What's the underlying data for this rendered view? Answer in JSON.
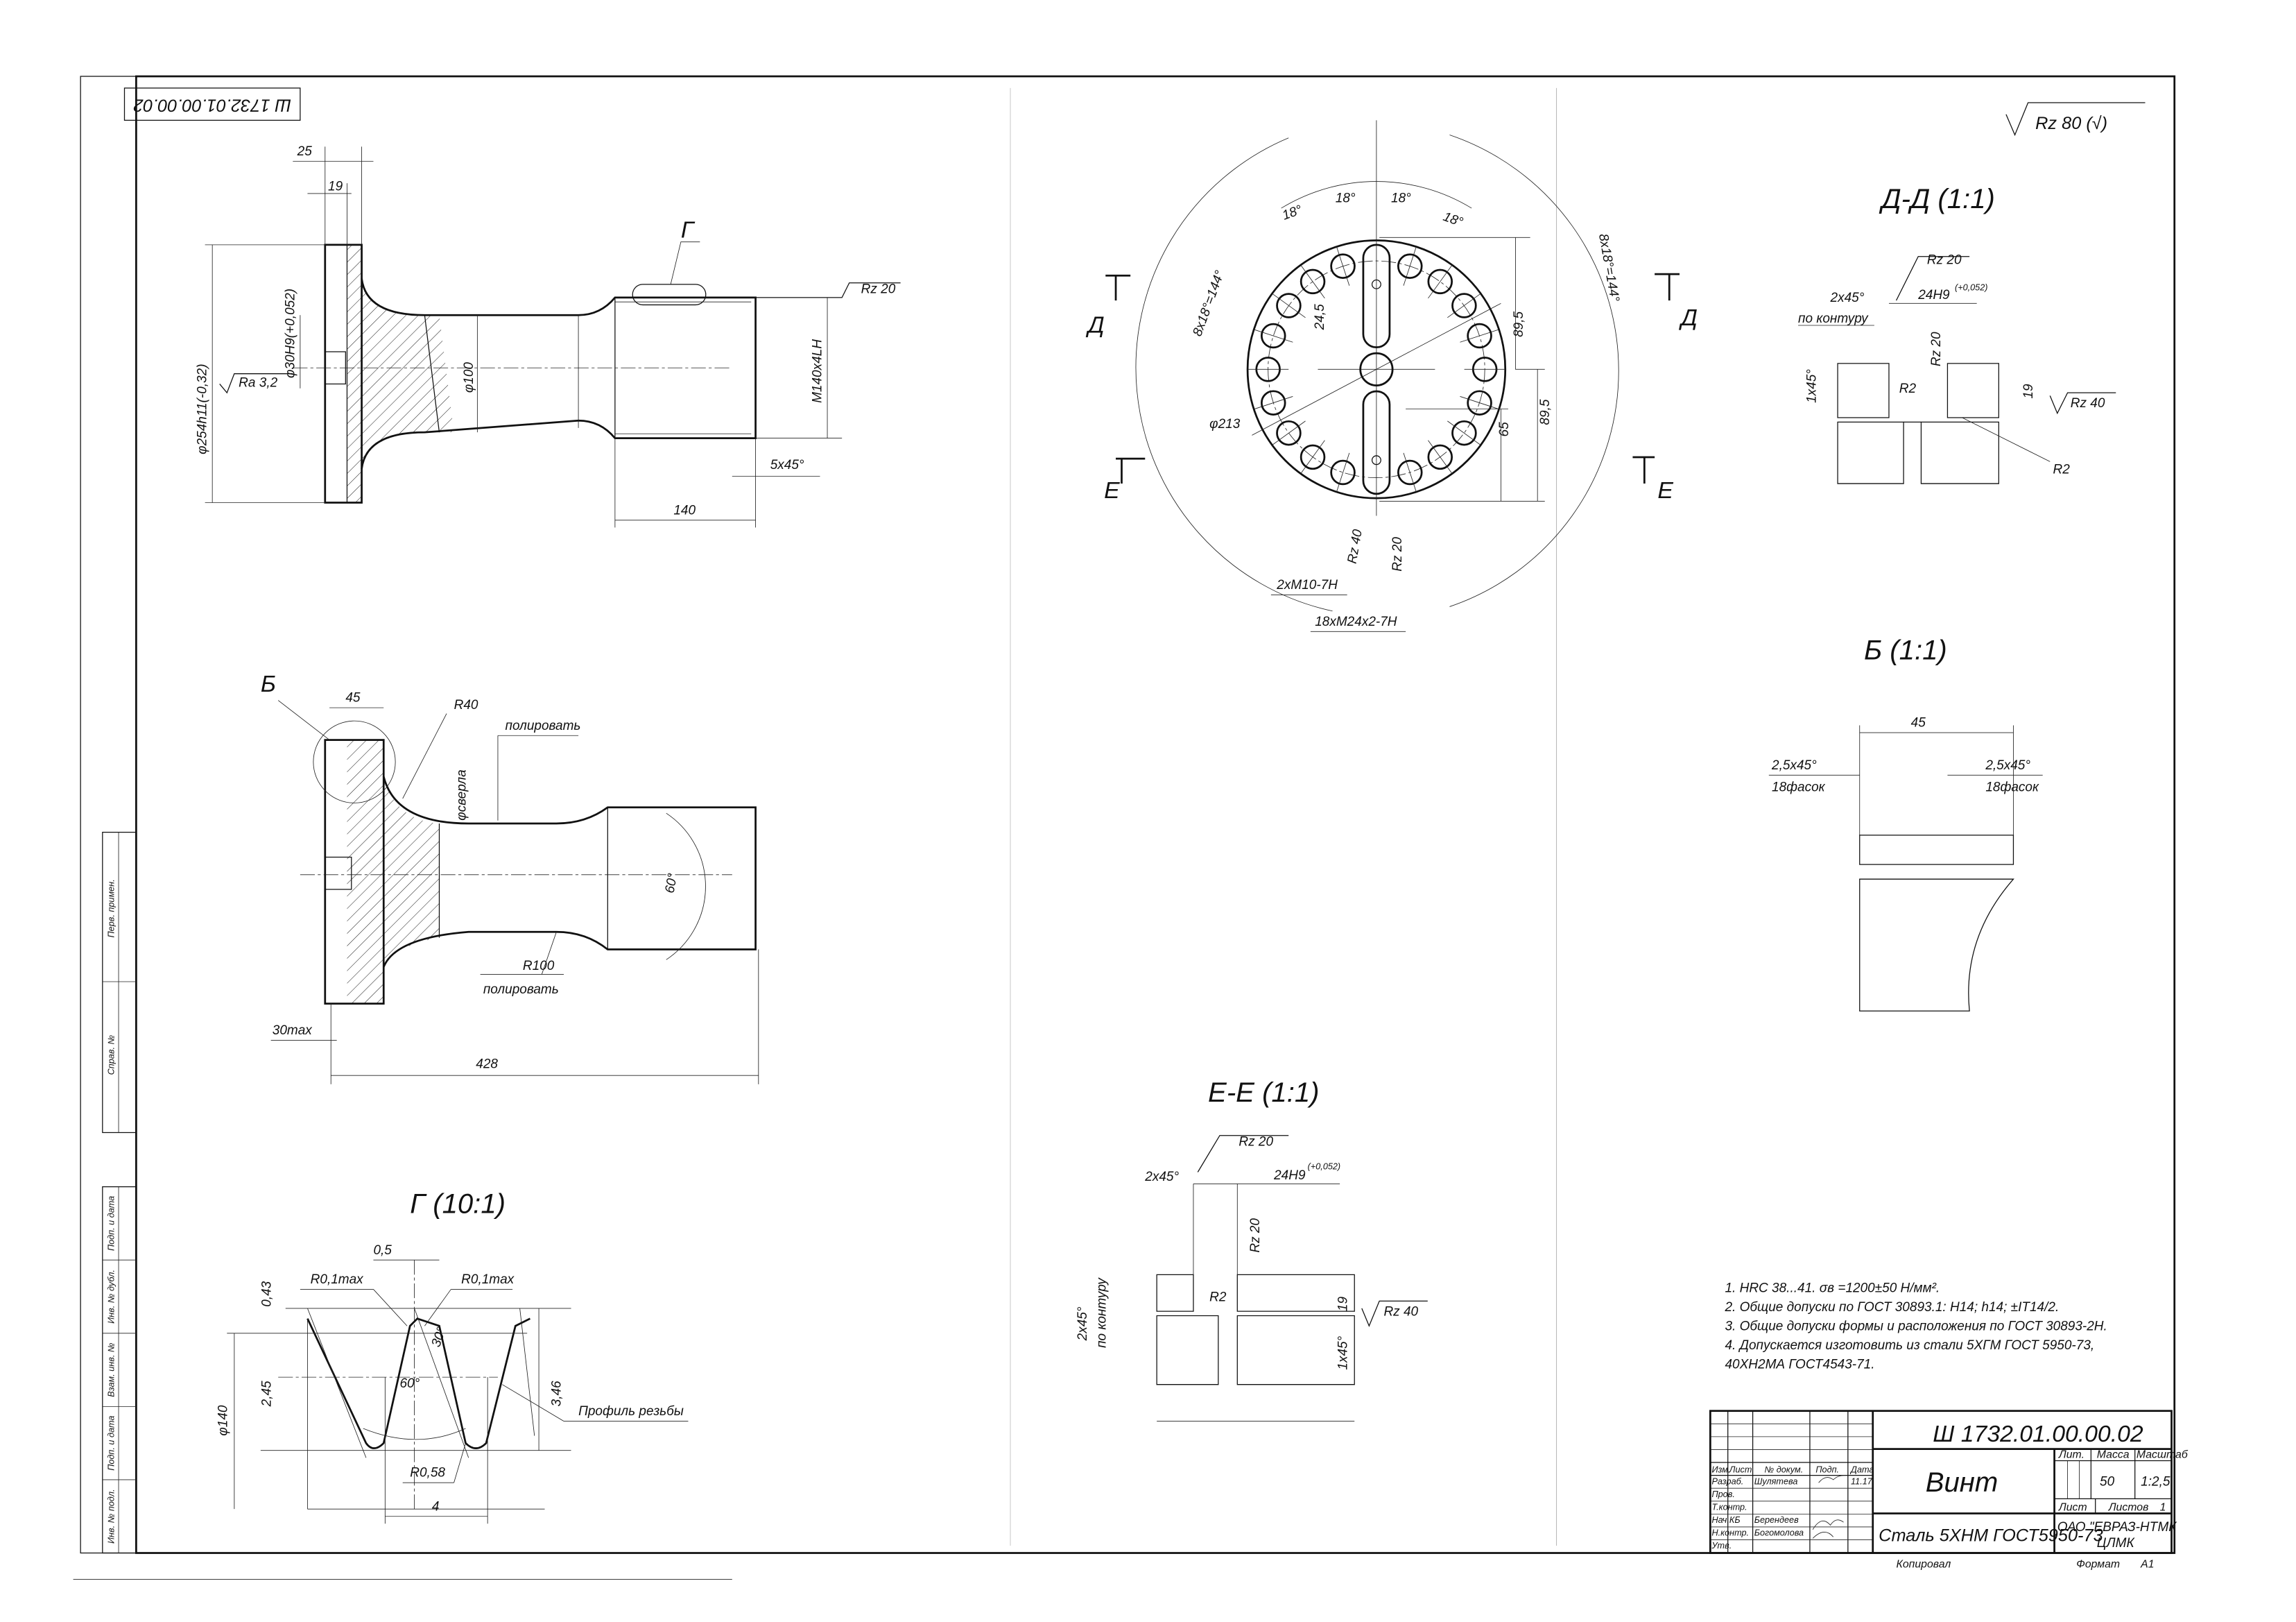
{
  "sheet": {
    "stamp_designation": "Ш 1732.01.00.00.02",
    "general_roughness": "Rz 80 (√)"
  },
  "main_view": {
    "dim_25": "25",
    "dim_19": "19",
    "flange_diameter": "φ254h11(-0,32)",
    "bore_diameter": "φ30H9(+0,052)",
    "roughness_bore": "Ra 3,2",
    "neck_diameter": "φ100",
    "detail_marker": "Г",
    "roughness_thread": "Rz 20",
    "thread": "M140x4LH",
    "chamfer": "5x45°",
    "thread_length": "140"
  },
  "section_view": {
    "detail_marker": "Б",
    "dim_45": "45",
    "radius_40": "R40",
    "polish_1": "полировать",
    "drill": "φсверла",
    "angle": "60°",
    "radius_100": "R100",
    "polish_2": "полировать",
    "dim_30max": "30max",
    "total_length": "428"
  },
  "face_view": {
    "angles": [
      "18°",
      "18°",
      "18°",
      "18°"
    ],
    "angular_left": "8x18°=144°",
    "angular_right": "8x18°=144°",
    "dim_24_5": "24,5",
    "dim_89_5_top": "89,5",
    "dim_89_5_bottom": "89,5",
    "dim_65": "65",
    "pcd": "φ213",
    "rz40": "Rz 40",
    "rz20": "Rz 20",
    "holes_m10": "2xM10-7H",
    "holes_m24": "18xM24x2-7H",
    "cut_d": "Д",
    "cut_e": "Е"
  },
  "section_dd": {
    "title": "Д-Д (1:1)",
    "rz20": "Rz 20",
    "chamfer": "2x45°",
    "contour": "по контуру",
    "width": "24H9",
    "width_tol": "(+0,052)",
    "rz20_v": "Rz 20",
    "chamfer2": "1x45°",
    "r2_a": "R2",
    "depth": "19",
    "rz40": "Rz 40",
    "r2_b": "R2"
  },
  "detail_b": {
    "title": "Б (1:1)",
    "width": "45",
    "chamfer_left": "2,5x45°",
    "count_left": "18фасок",
    "chamfer_right": "2,5x45°",
    "count_right": "18фасок"
  },
  "section_ee": {
    "title": "Е-Е (1:1)",
    "rz20": "Rz 20",
    "chamfer": "2x45°",
    "width": "24H9",
    "width_tol": "(+0,052)",
    "rz20_v": "Rz 20",
    "contour_chamfer": "2x45°",
    "contour": "по контуру",
    "r2": "R2",
    "depth": "19",
    "rz40": "Rz 40",
    "chamfer2": "1x45°"
  },
  "detail_g": {
    "title": "Г (10:1)",
    "dim_0_5": "0,5",
    "r_left": "R0,1max",
    "r_right": "R0,1max",
    "dim_0_43": "0,43",
    "angle_30": "30°",
    "dim_2_45": "2,45",
    "angle_60": "60°",
    "dim_3_46": "3,46",
    "diameter": "φ140",
    "profile_label": "Профиль резьбы",
    "root_radius": "R0,58",
    "pitch": "4"
  },
  "notes": [
    "1. HRC 38...41. σв =1200±50 Н/мм².",
    "2. Общие допуски по ГОСТ 30893.1: H14; h14; ±IT14/2.",
    "3. Общие допуски формы и расположения по ГОСТ 30893-2Н.",
    "4. Допускается изготовить из стали   5ХГМ ГОСТ 5950-73,",
    "40ХН2МА ГОСТ4543-71."
  ],
  "side_strip": [
    "Перв. примен.",
    "Справ. №",
    "Подп. и дата",
    "Инв. № дубл.",
    "Взам. инв. №",
    "Подп. и дата",
    "Инв. № подл."
  ],
  "title_block": {
    "designation": "Ш 1732.01.00.00.02",
    "name": "Винт",
    "material": "Сталь 5ХНМ ГОСТ5950-73",
    "headers": {
      "izm": "Изм.",
      "list": "Лист",
      "doc": "№ докум.",
      "sign": "Подп.",
      "date": "Дата"
    },
    "roles": [
      "Разраб.",
      "Пров.",
      "Т.контр.",
      "Нач.КБ",
      "Н.контр.",
      "Утв."
    ],
    "people": [
      "Шулятева",
      "",
      "",
      "Берендеев",
      "Богомолова",
      ""
    ],
    "date_developer": "11.17",
    "lit_label": "Лит.",
    "mass_label": "Масса",
    "scale_label": "Масштаб",
    "mass": "50",
    "scale": "1:2,5",
    "sheet_label": "Лист",
    "sheets_label": "Листов",
    "sheets": "1",
    "organization": "ОАО \"ЕВРАЗ-НТМК",
    "department": "ЦЛМК",
    "copied": "Копировал",
    "format_label": "Формат",
    "format": "А1"
  }
}
